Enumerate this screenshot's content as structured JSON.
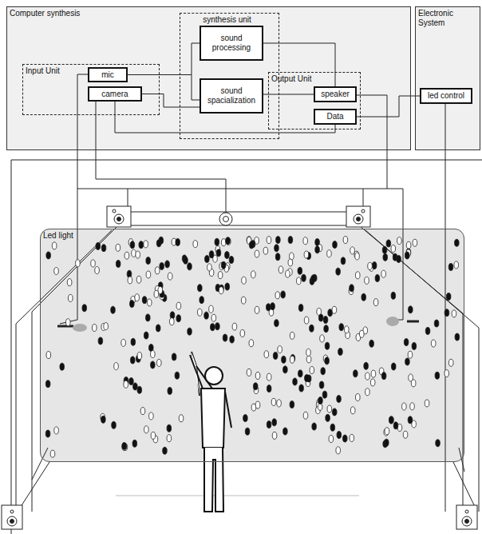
{
  "diagram": {
    "nodes": [
      {
        "text": [
          "Computer synthesis"
        ]
      },
      {
        "text": [
          "Input Unit"
        ],
        "in": 0
      },
      {
        "text": [
          "mic"
        ],
        "in": 1
      },
      {
        "text": [
          "camera"
        ],
        "in": 1
      },
      {
        "text": [
          "synthesis unit"
        ],
        "in": 0
      },
      {
        "text": [
          "sound processing"
        ],
        "in": 4
      },
      {
        "text": [
          "sound spacialization"
        ],
        "in": 4
      },
      {
        "text": [
          "Output Unit"
        ],
        "in": 0
      },
      {
        "text": [
          "speaker"
        ],
        "in": 7
      },
      {
        "text": [
          "Data"
        ],
        "in": 7
      },
      {
        "text": [
          "Electronic System"
        ]
      },
      {
        "text": [
          "led control"
        ],
        "in": 10
      },
      {
        "text": [
          "Led light"
        ]
      }
    ],
    "edges": [
      {
        "from": 2,
        "to": 5,
        "arrow": "none"
      },
      {
        "from": 2,
        "to": 6,
        "arrow": "none"
      },
      {
        "from": 3,
        "to": 6,
        "arrow": "none"
      },
      {
        "from": 3,
        "to": 9,
        "arrow": "none"
      },
      {
        "from": 5,
        "to": 8,
        "arrow": "none"
      },
      {
        "from": 6,
        "to": 8,
        "arrow": "none"
      },
      {
        "from": 9,
        "to": 11,
        "arrow": "none"
      }
    ]
  }
}
